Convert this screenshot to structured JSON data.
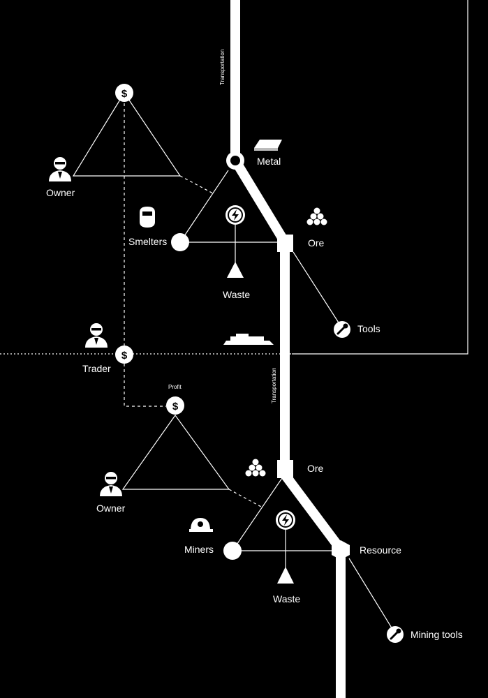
{
  "colors": {
    "background": "#000000",
    "foreground": "#ffffff"
  },
  "labels": {
    "transportation_top": "Transportation",
    "transportation_mid": "Transportation",
    "metal": "Metal",
    "owner_top": "Owner",
    "smelters": "Smelters",
    "ore_top": "Ore",
    "waste_top": "Waste",
    "tools": "Tools",
    "trader": "Trader",
    "profit": "Profit",
    "ore_bottom": "Ore",
    "owner_bottom": "Owner",
    "miners": "Miners",
    "resource": "Resource",
    "waste_bottom": "Waste",
    "mining_tools": "Mining tools"
  },
  "symbols": {
    "dollar": "$",
    "lightning": "⚡"
  },
  "icons": [
    "metal-ingot-icon",
    "welding-mask-icon",
    "ore-pile-icon",
    "wrench-icon",
    "ship-icon",
    "person-sunglasses-icon",
    "mining-helmet-icon",
    "lightning-icon",
    "waste-triangle-icon",
    "dollar-icon"
  ]
}
